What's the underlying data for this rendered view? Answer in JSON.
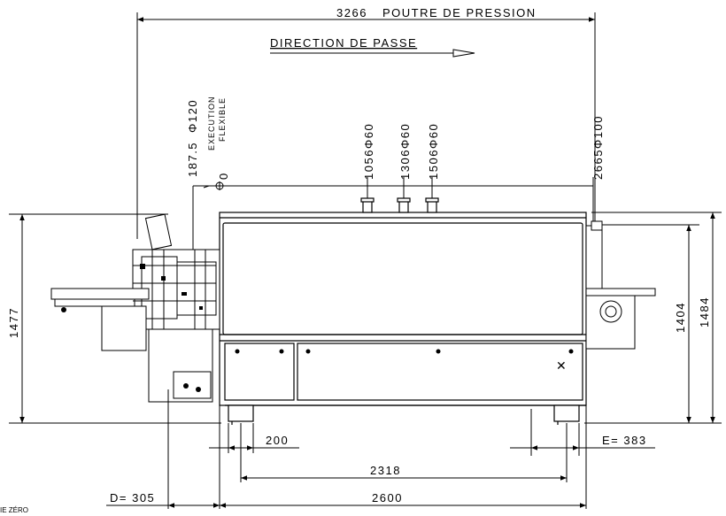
{
  "labels": {
    "poutre_value": "3266",
    "poutre_text": "POUTRE DE PRESSION",
    "direction": "DIRECTION DE PASSE",
    "v_187": "187.5",
    "v_120": "Φ120",
    "execution": "EXECUTION",
    "flexible": "FLEXIBLE",
    "v_0": "0",
    "v_1056": "1056Φ60",
    "v_1306": "1306Φ60",
    "v_1506": "1506Φ60",
    "v_2665": "2665Φ100",
    "h_1477": "1477",
    "h_1404": "1404",
    "h_1484": "1484",
    "d_200": "200",
    "d_e383": "E= 383",
    "d_2318": "2318",
    "d_d305": "D= 305",
    "d_2600": "2600",
    "footnote": "IE ZÉRO"
  }
}
